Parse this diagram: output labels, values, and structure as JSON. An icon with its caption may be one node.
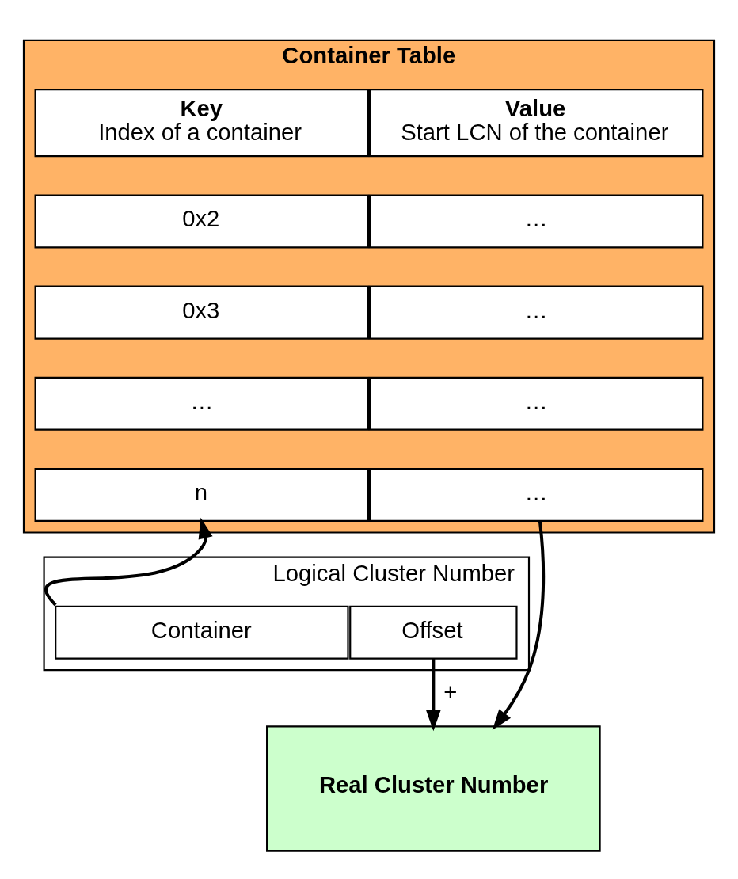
{
  "diagram": {
    "nodes": [
      {
        "text": [
          "Container Table"
        ]
      },
      {
        "text": [
          "Key",
          "Index of a container"
        ],
        "in": 0
      },
      {
        "text": [
          "Value",
          "Start LCN of the container"
        ],
        "in": 0
      },
      {
        "text": [
          "0x2"
        ],
        "in": 0
      },
      {
        "text": [
          "…"
        ],
        "in": 0
      },
      {
        "text": [
          "0x3"
        ],
        "in": 0
      },
      {
        "text": [
          "…"
        ],
        "in": 0
      },
      {
        "text": [
          "…"
        ],
        "in": 0
      },
      {
        "text": [
          "…"
        ],
        "in": 0
      },
      {
        "text": [
          "n"
        ],
        "in": 0
      },
      {
        "text": [
          "…"
        ],
        "in": 0
      },
      {
        "text": [
          "Logical Cluster Number"
        ]
      },
      {
        "text": [
          "Container"
        ],
        "in": 11
      },
      {
        "text": [
          "Offset"
        ],
        "in": 11
      },
      {
        "text": [
          "Real Cluster Number"
        ]
      }
    ],
    "edges": [
      {
        "from": 12,
        "to": 9,
        "arrow": "to"
      },
      {
        "from": 10,
        "to": 14,
        "arrow": "to"
      },
      {
        "from": 13,
        "to": 14,
        "arrow": "to",
        "label": "+"
      }
    ]
  }
}
